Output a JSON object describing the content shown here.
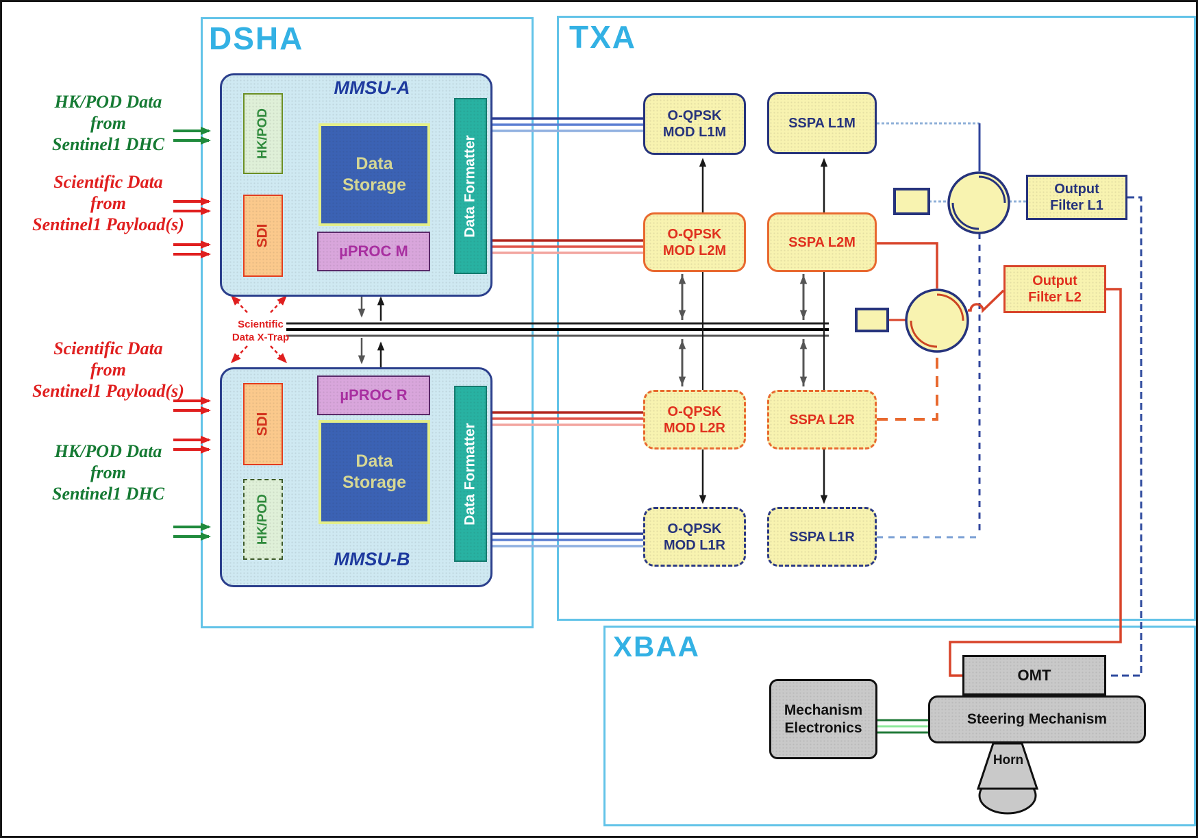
{
  "figure": {
    "groups": {
      "dsha": "DSHA",
      "txa": "TXA",
      "xbaa": "XBAA"
    },
    "inputs": [
      {
        "id": "hkpod-a",
        "type": "hkpod",
        "lines": [
          "HK/POD Data",
          "from",
          "Sentinel1 DHC"
        ]
      },
      {
        "id": "sci-a",
        "type": "science",
        "lines": [
          "Scientific Data",
          "from",
          "Sentinel1 Payload(s)"
        ]
      },
      {
        "id": "sci-b",
        "type": "science",
        "lines": [
          "Scientific Data",
          "from",
          "Sentinel1 Payload(s)"
        ]
      },
      {
        "id": "hkpod-b",
        "type": "hkpod",
        "lines": [
          "HK/POD Data",
          "from",
          "Sentinel1 DHC"
        ]
      }
    ],
    "mmsu_a": {
      "title": "MMSU-A",
      "hkpod": "HK/POD",
      "sdi": "SDI",
      "storage": [
        "Data",
        "Storage"
      ],
      "proc": "µPROC M",
      "formatter": "Data Formatter"
    },
    "mmsu_b": {
      "title": "MMSU-B",
      "hkpod": "HK/POD",
      "sdi": "SDI",
      "storage": [
        "Data",
        "Storage"
      ],
      "proc": "µPROC R",
      "formatter": "Data Formatter"
    },
    "xtrap": [
      "Scientific",
      "Data X-Trap"
    ],
    "txa": {
      "mod_l1m": [
        "O-QPSK",
        "MOD L1M"
      ],
      "sspa_l1m": [
        "SSPA L1M"
      ],
      "mod_l2m": [
        "O-QPSK",
        "MOD L2M"
      ],
      "sspa_l2m": [
        "SSPA L2M"
      ],
      "mod_l2r": [
        "O-QPSK",
        "MOD L2R"
      ],
      "sspa_l2r": [
        "SSPA L2R"
      ],
      "mod_l1r": [
        "O-QPSK",
        "MOD L1R"
      ],
      "sspa_l1r": [
        "SSPA L1R"
      ],
      "filter_l1": [
        "Output",
        "Filter L1"
      ],
      "filter_l2": [
        "Output",
        "Filter L2"
      ]
    },
    "xbaa": {
      "mech": [
        "Mechanism",
        "Electronics"
      ],
      "omt": "OMT",
      "steering": "Steering Mechanism",
      "horn": "Horn"
    },
    "colors": {
      "group_border": "#62c3e8",
      "group_label": "#33b1e4",
      "navy": "#26337c",
      "red_text": "#e0301e",
      "orange_border": "#e8692f",
      "yellow_fill": "#f8f3b0",
      "mmsu_fill": "#cfe9f2",
      "teal_fill": "#28b2a2",
      "storage_fill": "#3b62b4",
      "proc_fill": "#d9a6dc",
      "green_label": "#157a33",
      "red_label": "#e01f1f",
      "gray_fill": "#c9c9c9",
      "bus_black": "#111111"
    }
  }
}
